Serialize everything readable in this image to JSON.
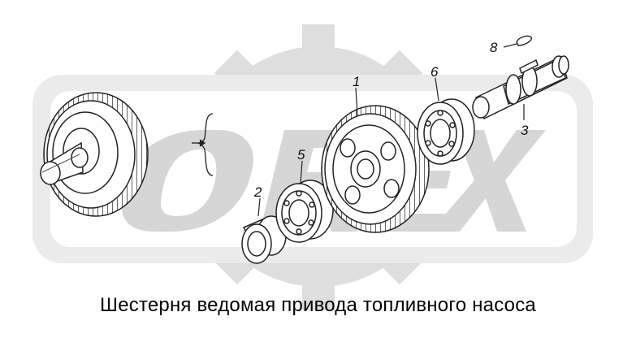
{
  "diagram": {
    "caption": "Шестерня ведомая привода топливного насоса",
    "callouts": [
      "1",
      "2",
      "3",
      "5",
      "6",
      "8"
    ],
    "colors": {
      "line": "#222222",
      "watermark": "#dedede",
      "watermark_light": "#ebebeb",
      "background": "#ffffff"
    }
  }
}
